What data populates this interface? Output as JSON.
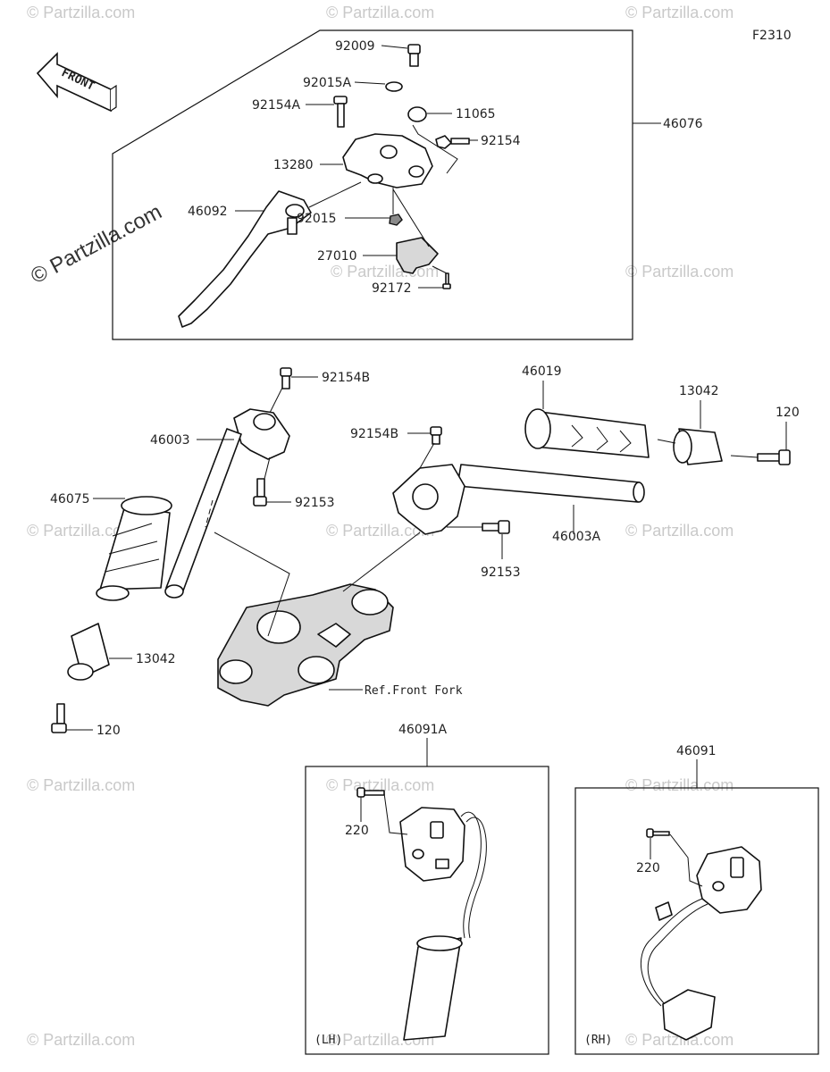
{
  "diagram_code": "F2310",
  "front_arrow_label": "FRONT",
  "watermark_text": "© Partzilla.com",
  "labels": {
    "p92009": "92009",
    "p92015A": "92015A",
    "p92154A": "92154A",
    "p11065": "11065",
    "p92154": "92154",
    "p13280": "13280",
    "p46076": "46076",
    "p46092": "46092",
    "p92015": "92015",
    "p27010": "27010",
    "p92172": "92172",
    "p92154B_left": "92154B",
    "p46003": "46003",
    "p92153_left": "92153",
    "p46075": "46075",
    "p13042_left": "13042",
    "p120_left": "120",
    "p92154B_right": "92154B",
    "p46003A": "46003A",
    "p92153_right": "92153",
    "p46019": "46019",
    "p13042_right": "13042",
    "p120_right": "120",
    "ref_front_fork": "Ref.Front Fork",
    "p46091A": "46091A",
    "p220_lh": "220",
    "side_lh": "(LH)",
    "p46091": "46091",
    "p220_rh": "220",
    "side_rh": "(RH)"
  },
  "colors": {
    "line": "#111111",
    "watermark": "#c9c9c9",
    "part_shade": "#d8d8d8"
  }
}
